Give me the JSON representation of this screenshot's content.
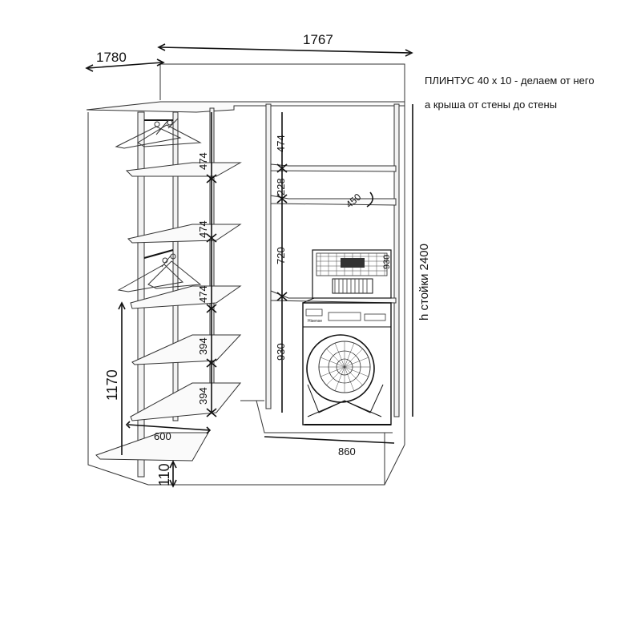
{
  "notes": {
    "line1": "ПЛИНТУС 40  х 10 - делаем от него",
    "line2": "а крыша от стены до стены"
  },
  "dimensions": {
    "width_left": "1780",
    "width_right": "1767",
    "height_total": "h стойки 2400",
    "left_474_a": "474",
    "left_474_b": "474",
    "left_474_c": "474",
    "left_394_a": "394",
    "left_394_b": "394",
    "left_1170": "1170",
    "left_600": "600",
    "left_110": "110",
    "right_474": "474",
    "right_228": "228",
    "right_720": "720",
    "right_930": "930",
    "right_450": "450",
    "right_930_small": "930",
    "right_860": "860"
  },
  "appliances": {
    "washer_brand": "Hisense"
  }
}
